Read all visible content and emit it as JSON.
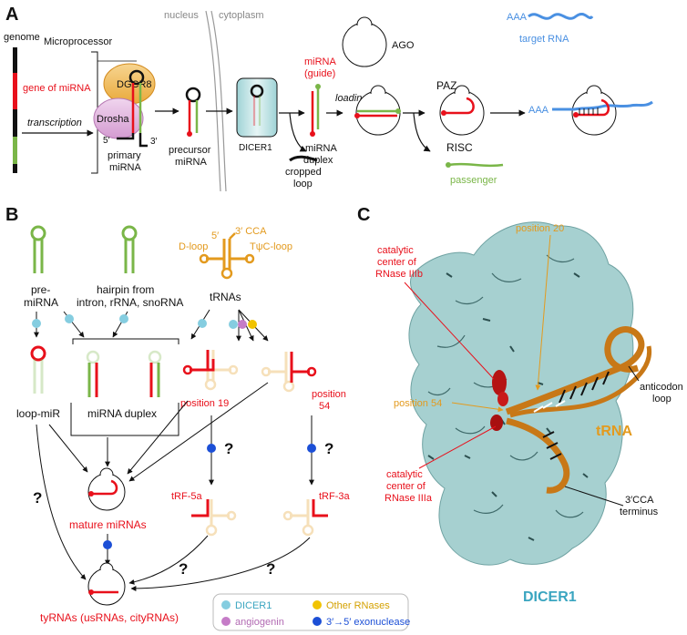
{
  "colors": {
    "red": "#e8101b",
    "green": "#7ab648",
    "blue": "#4a90e2",
    "orange": "#e39a1e",
    "tRNA_dark": "#c87817",
    "pale": "#fae3c2",
    "dicer_surface": "#a6d0d0",
    "dicer_label": "#3aa5c0",
    "dicer1_dot": "#85cde0",
    "other_rnases_dot": "#f1c300",
    "angiogenin_dot": "#c57cc7",
    "exonuclease_dot": "#1c4fd6"
  },
  "panelA": {
    "letter": "A",
    "genome": "genome",
    "gene_of_miRNA": "gene of miRNA",
    "transcription": "transcription",
    "microprocessor": "Microprocessor",
    "dgcr8": "DGCR8",
    "drosha": "Drosha",
    "five_prime": "5′",
    "three_prime": "3′",
    "primary_miRNA_1": "primary",
    "primary_miRNA_2": "miRNA",
    "precursor_1": "precursor",
    "precursor_2": "miRNA",
    "nucleus": "nucleus",
    "cytoplasm": "cytoplasm",
    "dicer1": "DICER1",
    "cropped_1": "cropped",
    "cropped_2": "loop",
    "mirna_guide_1": "miRNA",
    "mirna_guide_2": "(guide)",
    "duplex_1": "miRNA",
    "duplex_2": "duplex",
    "ago": "AGO",
    "loading": "loading",
    "passenger": "passenger",
    "paz": "PAZ",
    "risc": "RISC",
    "aaa_1": "AAA",
    "aaa_2": "AAA",
    "target_rna": "target RNA"
  },
  "panelB": {
    "letter": "B",
    "pre_mirna_1": "pre-",
    "pre_mirna_2": "miRNA",
    "hairpin_1": "hairpin from",
    "hairpin_2": "intron, rRNA, snoRNA",
    "trna_5prime": "5′",
    "trna_3cca": "3′ CCA",
    "d_loop": "D-loop",
    "tpsic_loop": "TψC-loop",
    "trnas": "tRNAs",
    "loop_mir": "loop-miR",
    "mirna_duplex": "miRNA duplex",
    "position_19": "position 19",
    "position_54_1": "position",
    "position_54_2": "54",
    "trf_5a": "tRF-5a",
    "trf_3a": "tRF-3a",
    "mature_mirnas": "mature miRNAs",
    "tyrnas": "tyRNAs (usRNAs, cityRNAs)",
    "question": "?",
    "legend": {
      "dicer1": "DICER1",
      "other_rnases": "Other RNases",
      "angiogenin": "angiogenin",
      "exonuclease": "3′→5′ exonuclease"
    }
  },
  "panelC": {
    "letter": "C",
    "position_20": "position 20",
    "cat_iiib_1": "catalytic",
    "cat_iiib_2": "center of",
    "cat_iiib_3": "RNase IIIb",
    "position_54": "position 54",
    "anticodon_1": "anticodon",
    "anticodon_2": "loop",
    "trna": "tRNA",
    "cat_iiia_1": "catalytic",
    "cat_iiia_2": "center of",
    "cat_iiia_3": "RNase IIIa",
    "cca_1": "3′CCA",
    "cca_2": "terminus",
    "dicer1": "DICER1"
  }
}
